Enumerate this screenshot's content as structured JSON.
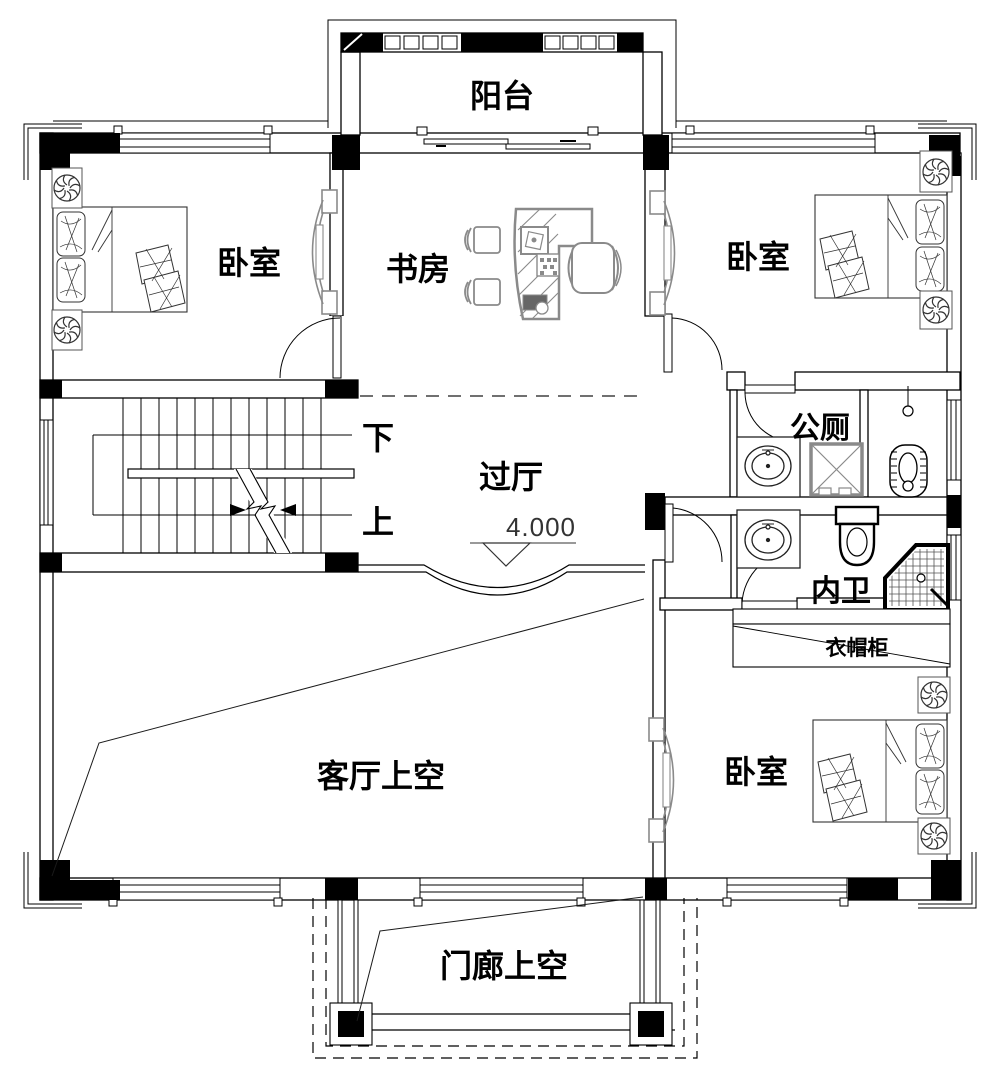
{
  "plan": {
    "type": "architectural-floor-plan",
    "rooms": [
      {
        "id": "balcony",
        "label": "阳台"
      },
      {
        "id": "bedroom-top-left",
        "label": "卧室"
      },
      {
        "id": "study",
        "label": "书房"
      },
      {
        "id": "bedroom-top-right",
        "label": "卧室"
      },
      {
        "id": "hallway",
        "label": "过厅"
      },
      {
        "id": "public-toilet",
        "label": "公厕"
      },
      {
        "id": "private-bath",
        "label": "内卫"
      },
      {
        "id": "bedroom-bottom-right",
        "label": "卧室"
      },
      {
        "id": "living-room-void",
        "label": "客厅上空"
      },
      {
        "id": "porch-void",
        "label": "门廊上空"
      }
    ],
    "annotations": {
      "stairs_down": "下",
      "stairs_up": "上",
      "elevation": "4.000",
      "wardrobe": "衣帽柜"
    },
    "colors": {
      "wall": "#000000",
      "line": "#1a1a1a",
      "furniture_gray": "#8a8a8a",
      "background": "#ffffff"
    }
  }
}
